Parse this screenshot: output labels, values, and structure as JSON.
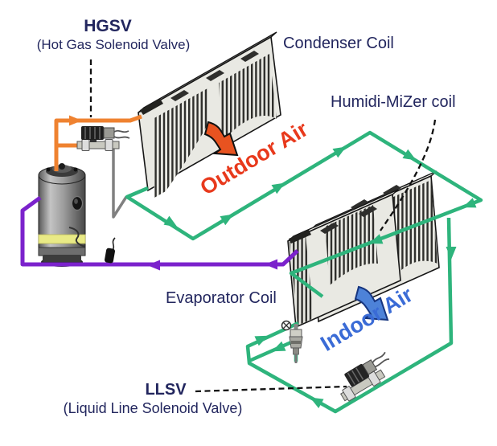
{
  "diagram": {
    "labels": {
      "hgsv_abbr": "HGSV",
      "hgsv_full": "(Hot Gas Solenoid Valve)",
      "condenser_coil": "Condenser Coil",
      "humidi_mizer_coil": "Humidi-MiZer coil",
      "outdoor_air": "Outdoor Air",
      "evaporator_coil": "Evaporator Coil",
      "indoor_air": "Indoor Air",
      "llsv_abbr": "LLSV",
      "llsv_full": "(Liquid Line Solenoid Valve)"
    },
    "colors": {
      "hot-gas-line": "#ef8230",
      "reheat-line": "#2eb47c",
      "suction-line": "#7b22cc",
      "bypass-line": "#808080",
      "label-text": "#22265e",
      "outdoor-air-text": "#e8391c",
      "indoor-air-text": "#3a6bd6",
      "outdoor-arrow-fill": "#e85320",
      "indoor-arrow-fill": "#4d82d8",
      "pointer-line": "#111111"
    }
  }
}
